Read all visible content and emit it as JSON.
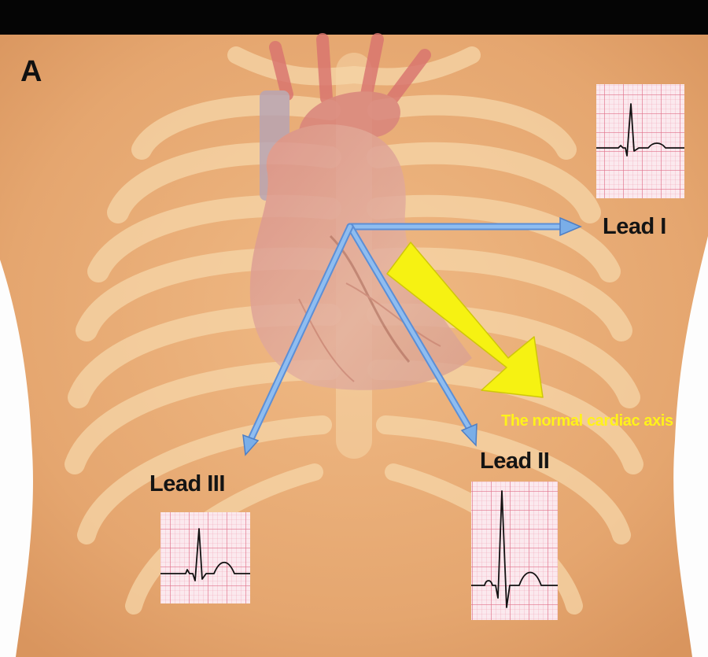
{
  "panel_letter": "A",
  "leads": {
    "lead_i": "Lead I",
    "lead_ii": "Lead II",
    "lead_iii": "Lead III"
  },
  "axis_annotation": "The normal cardiac axis",
  "colors": {
    "skin": "#e8ad78",
    "lead_arrow": "#7aaee8",
    "axis_arrow": "#f6f212",
    "ecg_grid": "#e0708a",
    "ecg_paper": "#fbe9ee",
    "ecg_trace": "#111111"
  },
  "icons": [
    "heart-illustration",
    "rib-cage-illustration",
    "ecg-strip-icon"
  ]
}
